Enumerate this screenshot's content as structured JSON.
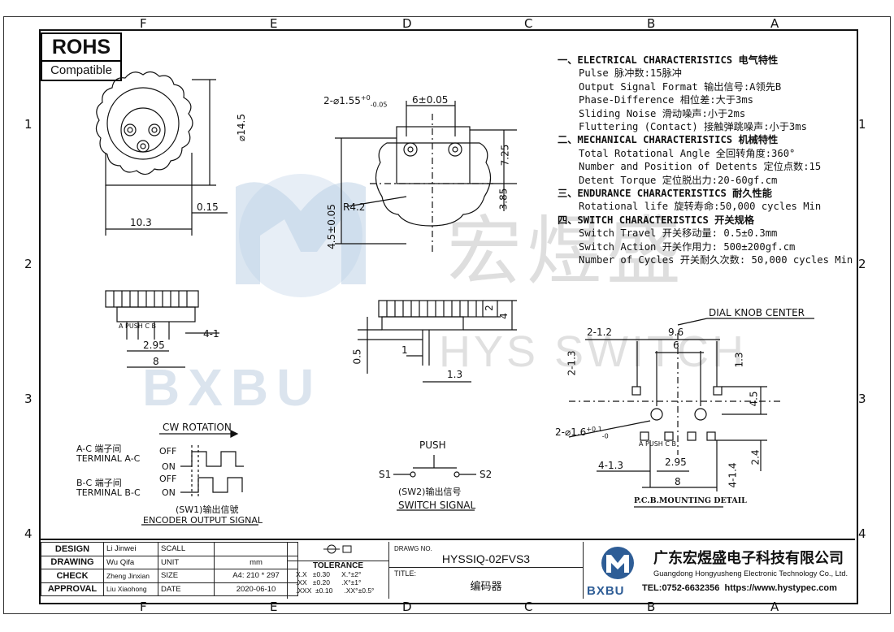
{
  "zones": {
    "columns": [
      "F",
      "E",
      "D",
      "C",
      "B",
      "A"
    ],
    "rows": [
      "1",
      "2",
      "3",
      "4"
    ]
  },
  "rohs": {
    "title": "ROHS",
    "subtitle": "Compatible"
  },
  "specs": [
    {
      "type": "h",
      "text": "一、ELECTRICAL CHARACTERISTICS   电气特性"
    },
    {
      "type": "i",
      "text": "Pulse 脉冲数:15脉冲"
    },
    {
      "type": "i",
      "text": "Output Signal Format 输出信号:A领先B"
    },
    {
      "type": "i",
      "text": "Phase-Difference 相位差:大于3ms"
    },
    {
      "type": "i",
      "text": "Sliding Noise 滑动噪声:小于2ms"
    },
    {
      "type": "i",
      "text": "Fluttering (Contact) 接触弹跳噪声:小于3ms"
    },
    {
      "type": "h",
      "text": "二、MECHANICAL CHARACTERISTICS   机械特性"
    },
    {
      "type": "i",
      "text": "Total Rotational Angle 全回转角度:360°"
    },
    {
      "type": "i",
      "text": "Number and Position of Detents 定位点数:15"
    },
    {
      "type": "i",
      "text": "Detent Torque 定位脱出力:20-60gf.cm"
    },
    {
      "type": "h",
      "text": "三、ENDURANCE CHARACTERISTICS   耐久性能"
    },
    {
      "type": "i",
      "text": "Rotational life 旋转寿命:50,000 cycles Min"
    },
    {
      "type": "h",
      "text": "四、SWITCH CHARACTERISTICS   开关规格"
    },
    {
      "type": "i",
      "text": "Switch Travel 开关移动量: 0.5±0.3mm"
    },
    {
      "type": "i",
      "text": "Switch Action 开关作用力: 500±200gf.cm"
    },
    {
      "type": "i",
      "text": "Number of Cycles 开关耐久次数: 50,000 cycles Min"
    }
  ],
  "dims": {
    "dia": "⌀14.5",
    "w103": "10.3",
    "w015": "0.15",
    "holes": "2-⌀1.55",
    "holes_tol_up": "+0",
    "holes_tol_dn": "-0.05",
    "pitch": "6±0.05",
    "h725": "7.25",
    "h385": "3.85",
    "r42": "R4.2",
    "h45": "4.5±0.05",
    "s41": "4-1",
    "s295": "2.95",
    "s8": "8",
    "pins": "A  PUSH  C  B",
    "h2": "2",
    "h4": "4",
    "h05": "0.5",
    "w1": "1",
    "w13": "1.3",
    "dial": "DIAL KNOB CENTER",
    "p212": "2-1.2",
    "p96": "9.6",
    "p6": "6",
    "p213": "2-1.3",
    "p13": "1.3",
    "p45": "4.5",
    "p216": "2-⌀1.6",
    "p216_up": "+0.1",
    "p216_dn": "-0",
    "p413": "4-1.3",
    "p295": "2.95",
    "p24": "2.4",
    "p414": "4-1.4",
    "p8": "8",
    "pcb": "P.C.B.MOUNTING DETAIL"
  },
  "signal": {
    "cw": "CW ROTATION",
    "ac_cn": "A-C 端子间",
    "ac_en": "TERMINAL  A-C",
    "bc_cn": "B-C 端子间",
    "bc_en": "TERMINAL  B-C",
    "off": "OFF",
    "on": "ON",
    "sw1": "(SW1)输出信號",
    "title": "ENCODER OUTPUT SIGNAL"
  },
  "switch": {
    "push": "PUSH",
    "s1": "S1",
    "s2": "S2",
    "sw2": "(SW2)输出信号",
    "title": "SWITCH SIGNAL"
  },
  "watermark": {
    "cn": "宏煜盛",
    "en": "HYS SWITCH",
    "logo": "BXBU"
  },
  "titleblock": {
    "rows": [
      {
        "k": "DESIGN",
        "n": "Li Jinwei",
        "f": "SCALL",
        "v": ""
      },
      {
        "k": "DRAWING",
        "n": "Wu Qifa",
        "f": "UNIT",
        "v": "mm"
      },
      {
        "k": "CHECK",
        "n": "Zheng Jinxian",
        "f": "SIZE",
        "v": "A4: 210 * 297"
      },
      {
        "k": "APPROVAL",
        "n": "Liu Xiaohong",
        "f": "DATE",
        "v": "2020-06-10"
      }
    ],
    "tolerance": {
      "title": "TOLERANCE",
      "lines": [
        "X.X   ±0.30      X.°±2°",
        ".XX   ±0.20      .X°±1°",
        ".XXX  ±0.10      .XX°±0.5°"
      ]
    },
    "drawg_label": "DRAWG NO.",
    "drawg_no": "HYSSIQ-02FVS3",
    "title_label": "TITLE:",
    "title_value": "编码器",
    "company_cn": "广东宏煜盛电子科技有限公司",
    "company_en": "Guangdong Hongyusheng Electronic Technology Co., Ltd.",
    "contact": "TEL:0752-6632356  https://www.hystypec.com",
    "logo": "BXBU"
  }
}
